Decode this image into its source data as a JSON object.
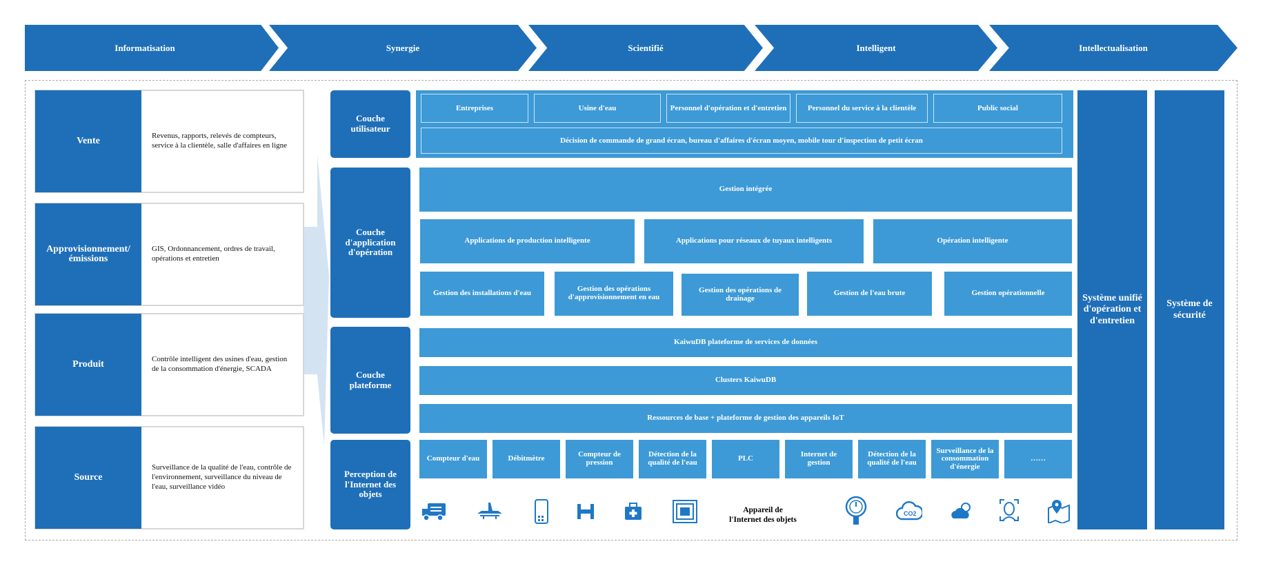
{
  "header": {
    "stages": [
      "Informatisation",
      "Synergie",
      "Scientifié",
      "Intelligent",
      "Intellectualisation"
    ]
  },
  "business": [
    {
      "label": "Vente",
      "desc": "Revenus, rapports, relevés de compteurs, service à la clientèle, salle d'affaires en ligne"
    },
    {
      "label": "Approvisionnement/ émissions",
      "desc": "GIS, Ordonnancement, ordres de travail, opérations et entretien"
    },
    {
      "label": "Produit",
      "desc": "Contrôle intelligent des usines d'eau, gestion de la consommation d'énergie, SCADA"
    },
    {
      "label": "Source",
      "desc": "Surveillance de la qualité de l'eau, contrôle de l'environnement, surveillance du niveau de l'eau, surveillance vidéo"
    }
  ],
  "layers": {
    "user": "Couche utilisateur",
    "app": "Couche d'application d'opération",
    "platform": "Couche plateforme",
    "iot": "Perception de l'Internet des objets"
  },
  "user_layer": {
    "items": [
      "Entreprises",
      "Usine d'eau",
      "Personnel d'opération et d'entretien",
      "Personnel du service à la clientèle",
      "Public social"
    ],
    "decision": "Décision de commande de grand écran, bureau d'affaires d'écran moyen, mobile tour d'inspection de petit écran"
  },
  "app_layer": {
    "integrated": "Gestion intégrée",
    "apps": [
      "Applications de production intelligente",
      "Applications pour réseaux de tuyaux intelligents",
      "Opération intelligente"
    ],
    "mgmt": [
      "Gestion des installations d'eau",
      "Gestion des opérations d'approvisionnement en eau",
      "Gestion des opérations de drainage",
      "Gestion de l'eau brute",
      "Gestion opérationnelle"
    ]
  },
  "platform_layer": {
    "items": [
      "KaiwuDB plateforme de services de données",
      "Clusters KaiwuDB",
      "Ressources de base + plateforme de gestion des appareils IoT"
    ]
  },
  "iot_layer": {
    "devices": [
      "Compteur d'eau",
      "Débitmètre",
      "Compteur de pression",
      "Détection de la qualité de l'eau",
      "PLC",
      "Internet de gestion",
      "Détection de la qualité de l'eau",
      "Surveillance de la consommation d'énergie",
      "……"
    ],
    "device_label": "Appareil de l'Internet des objets",
    "icons_left": [
      "truck-icon",
      "airplane-icon",
      "mobile-phone-icon",
      "valve-icon",
      "medical-kit-icon",
      "chip-icon"
    ],
    "icons_right": [
      "pressure-gauge-icon",
      "co2-cloud-icon",
      "weather-icon",
      "face-scan-icon",
      "map-pin-icon"
    ],
    "co2_text": "CO2"
  },
  "side": {
    "ops": "Système unifié d'opération et d'entretien",
    "security": "Système de sécurité"
  },
  "colors": {
    "dark": "#1e6fb8",
    "light": "#3d9ad6",
    "arrow": "#d4e3f2",
    "frame": "#a8a8a8"
  }
}
